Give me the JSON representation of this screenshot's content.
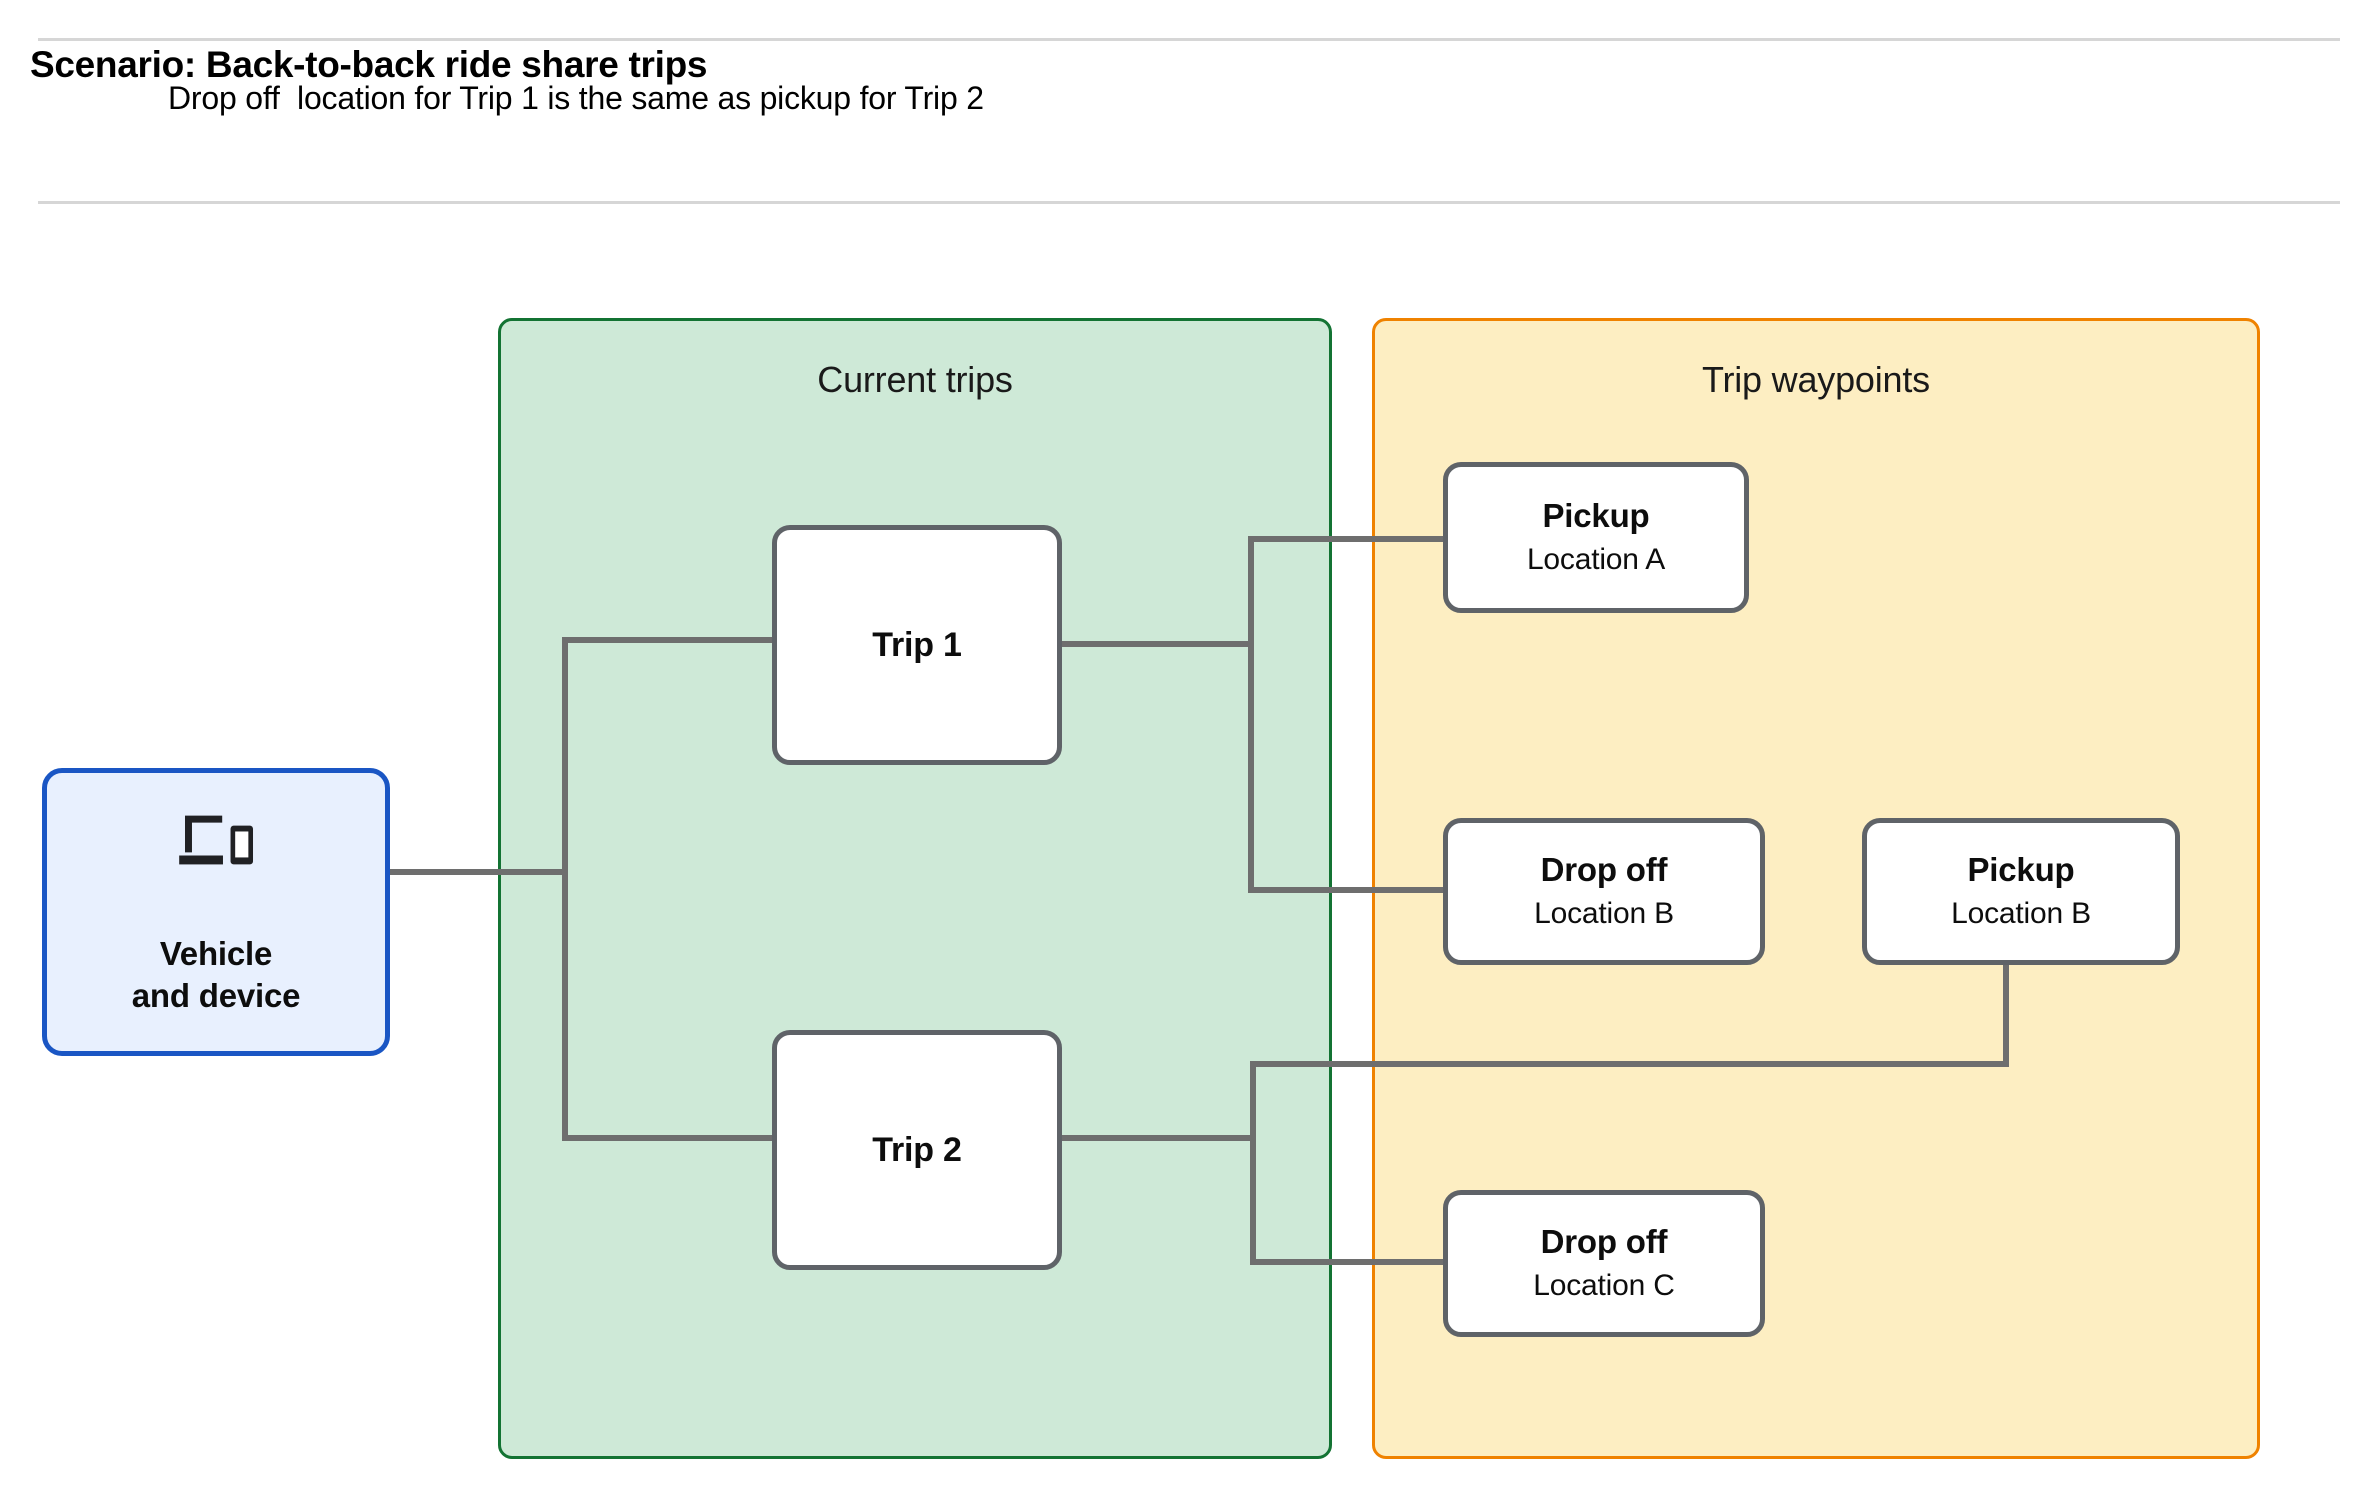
{
  "header": {
    "title": "Scenario: Back-to-back ride share trips",
    "subtitle": "Drop off  location for Trip 1 is the same as pickup for Trip 2"
  },
  "groups": {
    "current_trips": {
      "label": "Current trips",
      "fill": "#cee9d7",
      "border": "#137333"
    },
    "trip_waypoints": {
      "label": "Trip waypoints",
      "fill": "#fdeec2",
      "border": "#ef8200"
    }
  },
  "nodes": {
    "vehicle": {
      "icon": "devices-icon",
      "label": "Vehicle\nand device",
      "fill": "#e8f0fe",
      "border": "#1a56c4"
    },
    "trip1": {
      "label": "Trip 1"
    },
    "trip2": {
      "label": "Trip 2"
    },
    "pickup_a": {
      "title": "Pickup",
      "location": "Location A"
    },
    "dropoff_b": {
      "title": "Drop off",
      "location": "Location B"
    },
    "pickup_b": {
      "title": "Pickup",
      "location": "Location B"
    },
    "dropoff_c": {
      "title": "Drop off",
      "location": "Location C"
    }
  },
  "edges": [
    {
      "from": "vehicle",
      "to": "trip1"
    },
    {
      "from": "vehicle",
      "to": "trip2"
    },
    {
      "from": "trip1",
      "to": "pickup_a"
    },
    {
      "from": "trip1",
      "to": "dropoff_b"
    },
    {
      "from": "trip2",
      "to": "pickup_b"
    },
    {
      "from": "trip2",
      "to": "dropoff_c"
    }
  ],
  "style": {
    "node_border": "#5f6368",
    "wire_color": "#6e6e6e",
    "rule_color": "#d6d6d6",
    "page_background": "#ffffff"
  }
}
